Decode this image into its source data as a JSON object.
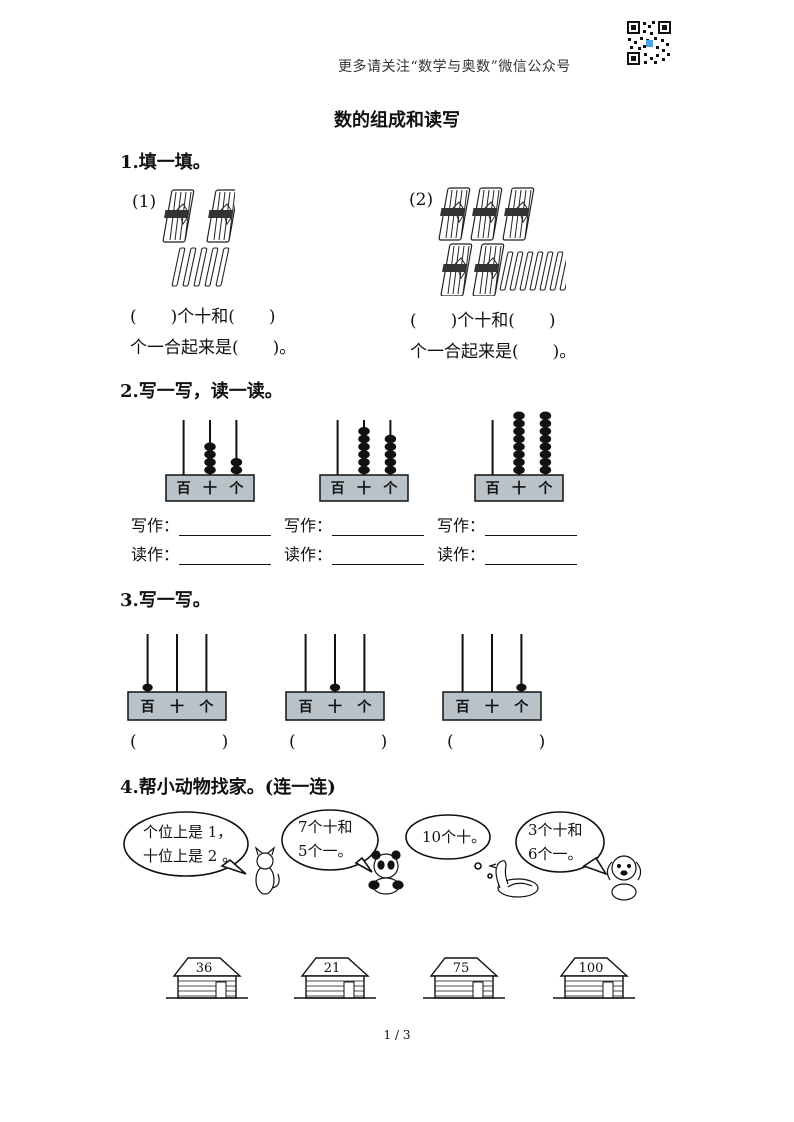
{
  "header": {
    "text": "更多请关注“数学与奥数”微信公众号"
  },
  "title": "数的组成和读写",
  "q1": {
    "heading": "1.填一填。",
    "part1": {
      "label": "(1)",
      "line1": "(　　)个十和(　　)",
      "line2": "个一合起来是(　　)。",
      "bundles": 2,
      "sticks": 5
    },
    "part2": {
      "label": "(2)",
      "line1": "(　　)个十和(　　)",
      "line2": "个一合起来是(　　)。",
      "bundles": 5,
      "sticks": 7
    }
  },
  "q2": {
    "heading": "2.写一写，读一读。",
    "abacuses": [
      {
        "hundreds": 0,
        "tens": 4,
        "ones": 2
      },
      {
        "hundreds": 0,
        "tens": 6,
        "ones": 5
      },
      {
        "hundreds": 0,
        "tens": 8,
        "ones": 8
      }
    ],
    "place_labels": [
      "百",
      "十",
      "个"
    ],
    "write_label": "写作：",
    "read_label": "读作："
  },
  "q3": {
    "heading": "3.写一写。",
    "abacuses": [
      {
        "hundreds": 1,
        "tens": 0,
        "ones": 0
      },
      {
        "hundreds": 0,
        "tens": 1,
        "ones": 0
      },
      {
        "hundreds": 0,
        "tens": 0,
        "ones": 1
      }
    ],
    "place_labels": [
      "百",
      "十",
      "个"
    ],
    "answer": "(　　　　　)"
  },
  "q4": {
    "heading": "4.帮小动物找家。(连一连)",
    "bubbles": [
      {
        "line1": "个位上是 1，",
        "line2": "十位上是 2 。",
        "animal": "cat"
      },
      {
        "line1": "7个十和",
        "line2": "5个一。",
        "animal": "panda"
      },
      {
        "line1": "10个十。",
        "line2": "",
        "animal": "duck"
      },
      {
        "line1": "3个十和",
        "line2": "6个一。",
        "animal": "dog"
      }
    ],
    "houses": [
      "36",
      "21",
      "75",
      "100"
    ]
  },
  "page_number": "1 / 3"
}
